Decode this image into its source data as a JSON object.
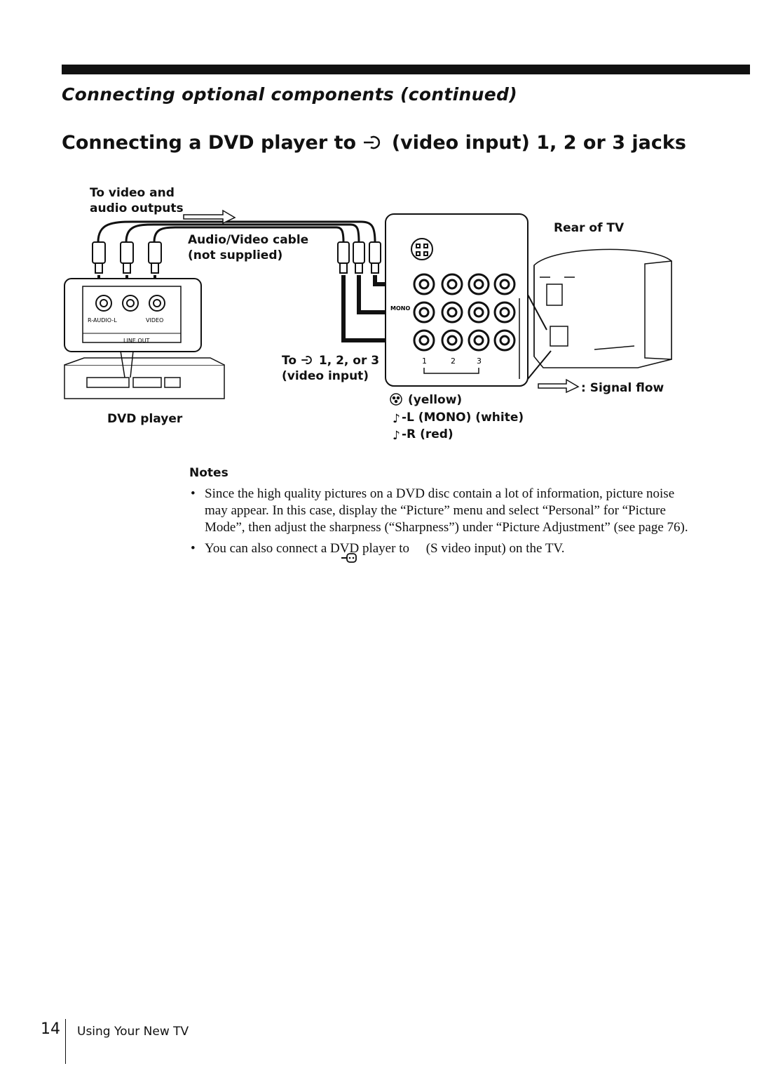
{
  "header": {
    "section_title": "Connecting optional components (continued)",
    "heading_before": "Connecting a DVD player to",
    "heading_after": "(video input) 1, 2 or 3 jacks"
  },
  "diagram": {
    "label_outputs": [
      "To video and",
      "audio outputs"
    ],
    "label_cable": [
      "Audio/Video cable",
      "(not supplied)"
    ],
    "label_rear": "Rear of TV",
    "dvd_panel_labels": {
      "r_audio_l": "R-AUDIO-L",
      "video": "VIDEO",
      "line_out": "LINE OUT"
    },
    "label_to_input_prefix": "To",
    "label_to_input_suffix": "1, 2, or 3",
    "label_video_input": "(video input)",
    "label_dvd_player": "DVD player",
    "signal_flow": ": Signal flow",
    "jack_numbers": [
      "1",
      "2",
      "3"
    ],
    "jack_mono": "MONO",
    "legend": [
      {
        "text": "(yellow)"
      },
      {
        "text": "-L (MONO) (white)"
      },
      {
        "text": "-R (red)"
      }
    ]
  },
  "notes": {
    "heading": "Notes",
    "items": [
      "Since the high quality pictures on a DVD disc contain a lot of information, picture noise may appear. In this case, display the “Picture” menu and select “Personal” for “Picture Mode”, then adjust the sharpness (“Sharpness”) under “Picture Adjustment” (see page 76).",
      "You can also connect a DVD player to      (S video input) on the TV."
    ]
  },
  "footer": {
    "page_number": "14",
    "text": "Using Your New TV"
  }
}
